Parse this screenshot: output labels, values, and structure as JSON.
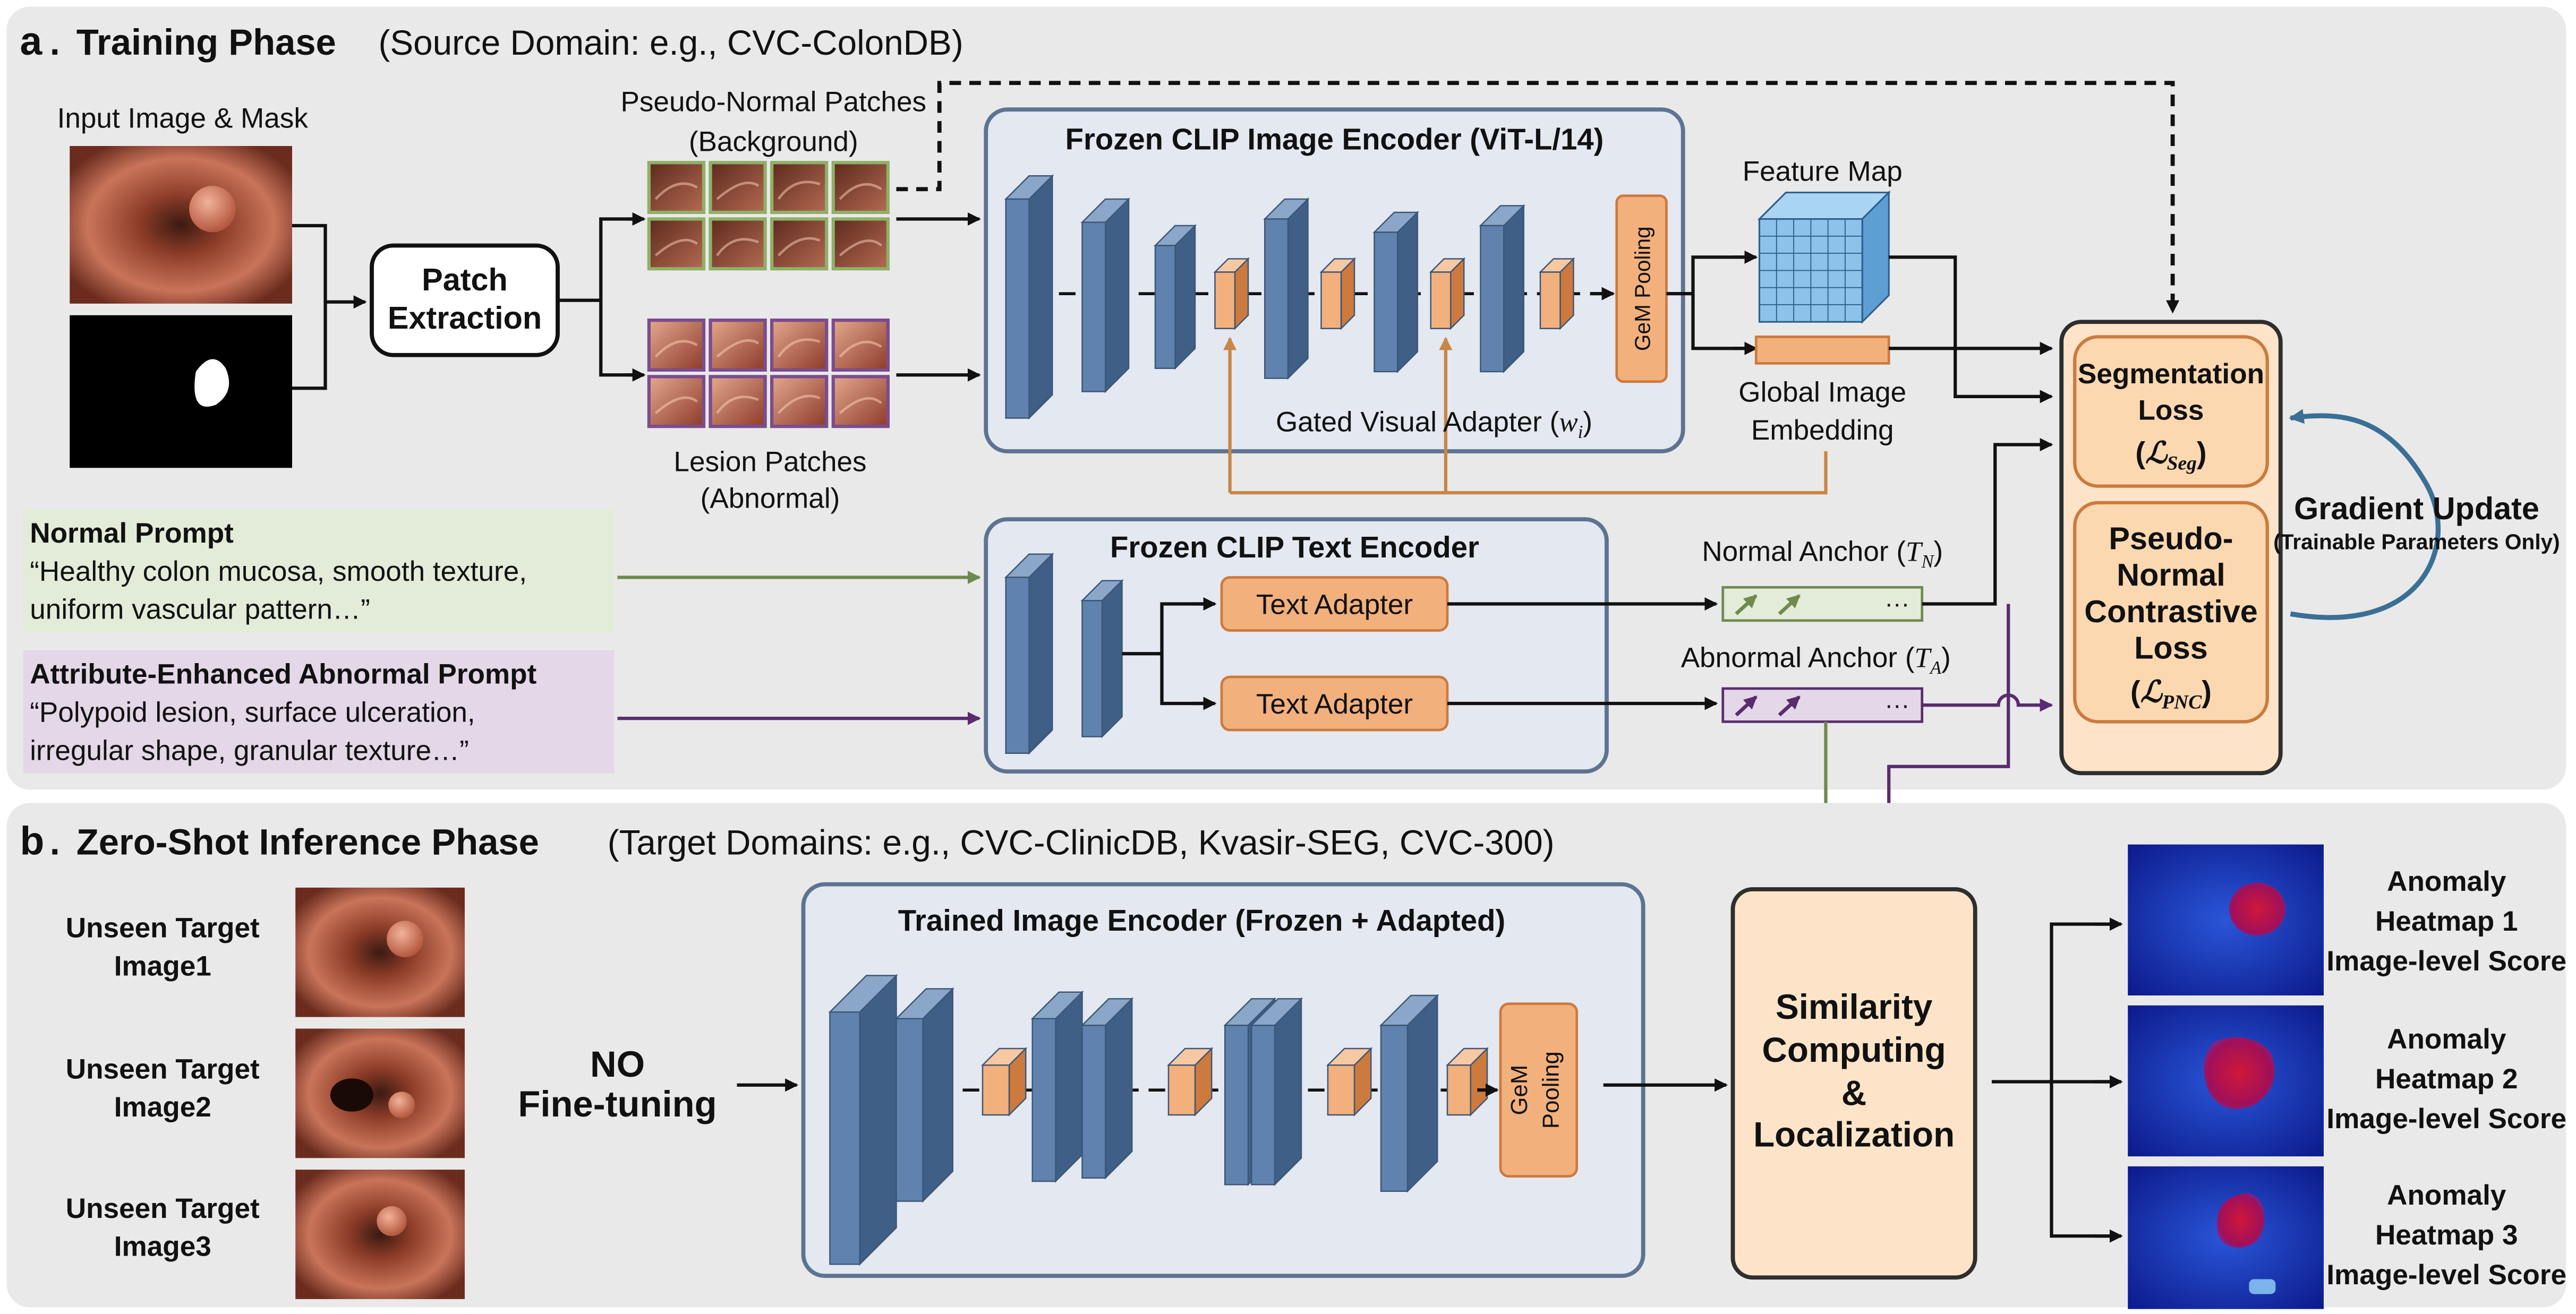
{
  "colors": {
    "panel": "#e9e9e9",
    "encoder_fill": "#e3e8f1",
    "encoder_stroke": "#5e7392",
    "layer_face": "#6a8db8",
    "adapter": "#f2b07c",
    "adapter_stroke": "#cc7a3e",
    "loss_fill": "#fde4c8",
    "loss_stroke": "#2e2e2e",
    "normal_prompt_bg": "#e3ecd8",
    "abnormal_prompt_bg": "#e4d7e8",
    "green_arrow": "#6f8a4c",
    "purple_arrow": "#5a2b6f",
    "orange_line": "#c98645",
    "blue_arrow": "#3a6f96",
    "normal_patch_border": "#8fb066",
    "lesion_patch_border": "#7b4c8e"
  },
  "panel_a": {
    "letter": "a",
    "title": "Training Phase",
    "subtitle": "(Source Domain: e.g., CVC-ColonDB)",
    "input_label": "Input Image & Mask",
    "patch_extraction": [
      "Patch",
      "Extraction"
    ],
    "normal_patches_label": [
      "Pseudo-Normal Patches",
      "(Background)"
    ],
    "lesion_patches_label": [
      "Lesion Patches",
      "(Abnormal)"
    ],
    "image_encoder_title": "Frozen CLIP Image Encoder (ViT-L/14)",
    "gem_pooling": "GeM Pooling",
    "gated_adapter_label": "Gated Visual Adapter (",
    "gated_adapter_sym": "w",
    "gated_adapter_sub": "i",
    "feature_map_label": "Feature Map",
    "global_embedding_label": [
      "Global Image",
      "Embedding"
    ],
    "text_encoder_title": "Frozen CLIP Text Encoder",
    "text_adapter": "Text Adapter",
    "normal_anchor": "Normal Anchor (",
    "normal_anchor_sym": "T",
    "normal_anchor_sub": "N",
    "abnormal_anchor": "Abnormal Anchor (",
    "abnormal_anchor_sym": "T",
    "abnormal_anchor_sub": "A",
    "anchor_dots": "···",
    "normal_prompt_title": "Normal Prompt",
    "normal_prompt_text": [
      "“Healthy colon mucosa, smooth texture,",
      "uniform vascular pattern…”"
    ],
    "abnormal_prompt_title": "Attribute-Enhanced Abnormal Prompt",
    "abnormal_prompt_text": [
      "“Polypoid lesion, surface ulceration,",
      "irregular shape, granular texture…”"
    ],
    "seg_loss": [
      "Segmentation",
      "Loss"
    ],
    "seg_loss_sym": "ℒ",
    "seg_loss_sub": "Seg",
    "pnc_loss": [
      "Pseudo-",
      "Normal",
      "Contrastive",
      "Loss"
    ],
    "pnc_loss_sym": "ℒ",
    "pnc_loss_sub": "PNC",
    "gradient_update": "Gradient Update",
    "gradient_update_sub": "(Trainable Parameters Only)"
  },
  "panel_b": {
    "letter": "b",
    "title": "Zero-Shot Inference Phase",
    "subtitle": "(Target Domains: e.g., CVC-ClinicDB, Kvasir-SEG, CVC-300)",
    "targets": [
      [
        "Unseen Target",
        "Image1"
      ],
      [
        "Unseen Target",
        "Image2"
      ],
      [
        "Unseen Target",
        "Image3"
      ]
    ],
    "no_finetune": [
      "NO",
      "Fine-tuning"
    ],
    "trained_encoder_title": "Trained Image Encoder (Frozen + Adapted)",
    "gem_pooling": [
      "GeM",
      "Pooling"
    ],
    "similarity": [
      "Similarity",
      "Computing",
      "&",
      "Localization"
    ],
    "heatmaps": [
      [
        "Anomaly",
        "Heatmap 1",
        "Image-level Score"
      ],
      [
        "Anomaly",
        "Heatmap 2",
        "Image-level Score"
      ],
      [
        "Anomaly",
        "Heatmap 3",
        "Image-level Score"
      ]
    ]
  }
}
